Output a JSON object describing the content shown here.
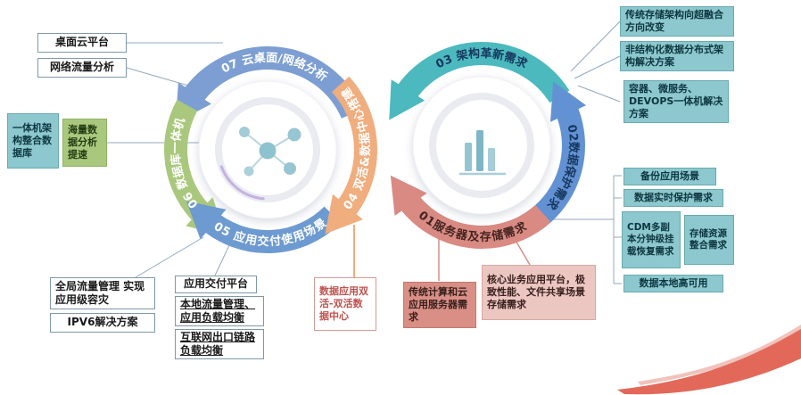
{
  "diagram": {
    "arcs": {
      "a07": "07 云桌面/网络分析",
      "a06": "06 数据库一体机",
      "a05": "05 应用交付使用场景",
      "a04": "04 双活&数据中心搭建",
      "a03": "03 架构革新需求",
      "a02": "02数据保护需求",
      "a01": "01服务器及存储需求"
    },
    "boxes": {
      "desktop_cloud": "桌面云平台",
      "network_traffic": "网络流量分析",
      "appliance_arch": "一体机架构整合数据库",
      "massive_data": "海量数据分析提速",
      "global_traffic": "全局流量管理 实现应用级容灾",
      "ipv6": "IPV6解决方案",
      "app_delivery": "应用交付平台",
      "local_traffic": "本地流量管理、应用负载均衡",
      "internet_outlet": "互联网出口链路负载均衡",
      "active_active": "数据应用双活-双活数据中心",
      "traditional_compute": "传统计算和云应用服务器需求",
      "core_business": "核心业务应用平台，极致性能、文件共享场景存储需求",
      "storage_transform": "传统存储架构向超融合方向改变",
      "unstructured": "非结构化数据分布式架构解决方案",
      "container": "容器、微服务、DEVOPS一体机解决方案",
      "backup": "备份应用场景",
      "realtime_protect": "数据实时保护需求",
      "cdm": "CDM多副本分钟级挂载恢复需求",
      "storage_consolidation": "存储资源整合需求",
      "local_ha": "数据本地高可用"
    },
    "colors": {
      "a07": "#7d9ed2",
      "a06": "#a9c87d",
      "a05": "#6d9ad0",
      "a04": "#f0ad7e",
      "a03": "#4cb9be",
      "a02": "#6292d4",
      "a01": "#d98a82",
      "teal_box": "#8cc8cd",
      "green_box": "#a9c87d",
      "salmon_box": "#d98e86",
      "swoosh": "#e2695a"
    }
  }
}
